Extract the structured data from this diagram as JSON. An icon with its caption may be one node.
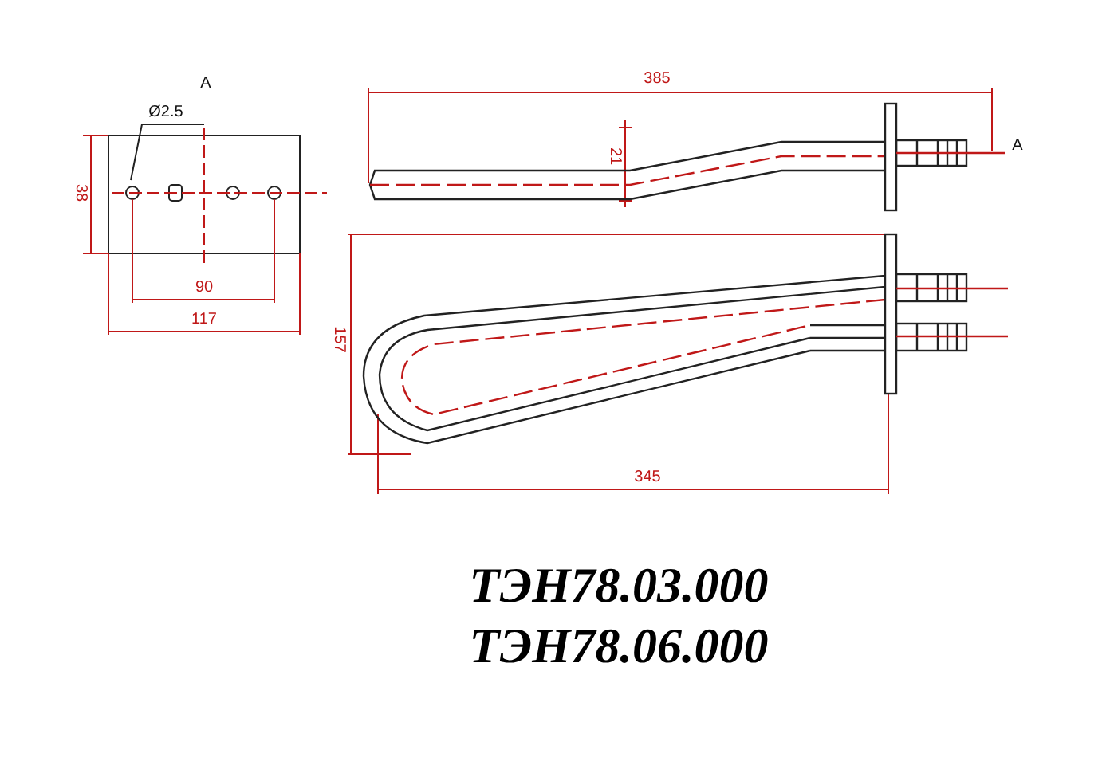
{
  "diagram": {
    "labels": [
      "А",
      "Ø2.5",
      "38",
      "90",
      "117",
      "385",
      "21",
      "А",
      "157",
      "345",
      "ТЭН78.03.000",
      "ТЭН78.06.000"
    ]
  }
}
